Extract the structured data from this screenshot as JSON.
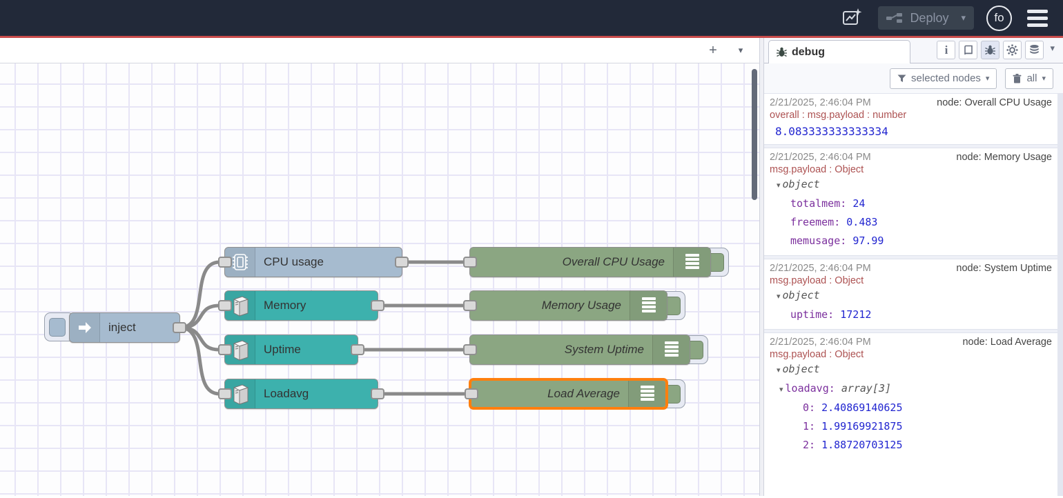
{
  "header": {
    "deploy_label": "Deploy",
    "avatar_text": "fo"
  },
  "workspace_tabbar": {
    "add_label": "+"
  },
  "icons": {
    "caret_down": "▾",
    "tree_caret": "▾",
    "info": "i"
  },
  "flow": {
    "nodes": {
      "inject": {
        "label": "inject"
      },
      "cpu": {
        "label": "CPU usage"
      },
      "memory": {
        "label": "Memory"
      },
      "uptime": {
        "label": "Uptime"
      },
      "loadavg": {
        "label": "Loadavg"
      },
      "debug_cpu": {
        "label": "Overall CPU Usage"
      },
      "debug_memory": {
        "label": "Memory Usage"
      },
      "debug_uptime": {
        "label": "System Uptime"
      },
      "debug_loadavg": {
        "label": "Load Average"
      }
    }
  },
  "sidebar": {
    "tab_label": "debug",
    "filter_label": "selected nodes",
    "clear_label": "all",
    "object_word": "object",
    "messages": [
      {
        "timestamp": "2/21/2025, 2:46:04 PM",
        "node": "node: Overall CPU Usage",
        "meta": "overall : msg.payload : number",
        "value": "8.083333333333334"
      },
      {
        "timestamp": "2/21/2025, 2:46:04 PM",
        "node": "node: Memory Usage",
        "meta": "msg.payload : Object",
        "object_label": "object",
        "entries": [
          {
            "key": "totalmem:",
            "value": "24"
          },
          {
            "key": "freemem:",
            "value": "0.483"
          },
          {
            "key": "memusage:",
            "value": "97.99"
          }
        ]
      },
      {
        "timestamp": "2/21/2025, 2:46:04 PM",
        "node": "node: System Uptime",
        "meta": "msg.payload : Object",
        "object_label": "object",
        "entries": [
          {
            "key": "uptime:",
            "value": "17212"
          }
        ]
      },
      {
        "timestamp": "2/21/2025, 2:46:04 PM",
        "node": "node: Load Average",
        "meta": "msg.payload : Object",
        "object_label": "object",
        "array_key": "loadavg:",
        "array_type": "array[3]",
        "entries": [
          {
            "key": "0:",
            "value": "2.40869140625"
          },
          {
            "key": "1:",
            "value": "1.99169921875"
          },
          {
            "key": "2:",
            "value": "1.88720703125"
          }
        ]
      }
    ]
  },
  "colors": {
    "header_bg": "#222939",
    "header_accent_line": "#c84b4b",
    "inject_node": "#a6bbcf",
    "os_node": "#3db1ad",
    "debug_node": "#8ba682",
    "selected_outline": "#ff7f0e",
    "debug_key": "#7b2f9d",
    "debug_value": "#2125d0",
    "debug_meta": "#ad5252"
  }
}
